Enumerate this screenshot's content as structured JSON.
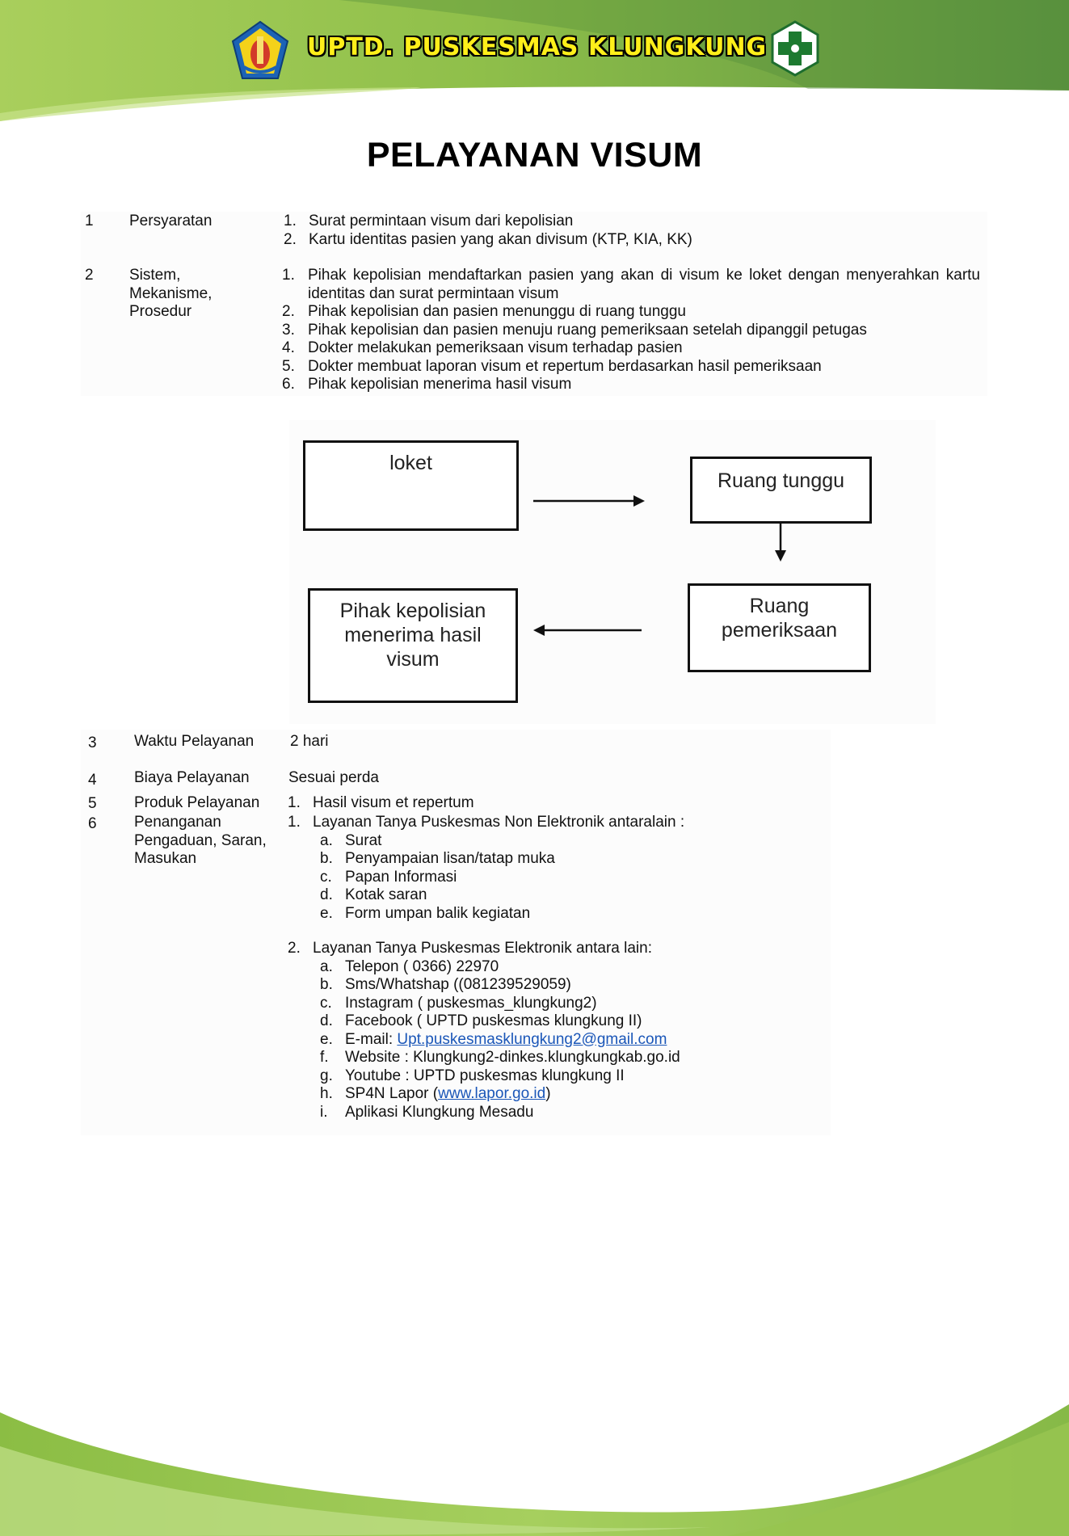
{
  "header": {
    "title": "UPTD. PUSKESMAS KLUNGKUNG II",
    "brand_green": "#7fb13c",
    "title_color": "#ffef1a"
  },
  "page_title": "PELAYANAN VISUM",
  "sections": {
    "persyaratan": {
      "no": "1",
      "label": "Persyaratan",
      "items": [
        {
          "n": "1.",
          "text": "Surat permintaan visum dari kepolisian"
        },
        {
          "n": "2.",
          "text": "Kartu identitas pasien yang akan divisum (KTP, KIA, KK)"
        }
      ]
    },
    "sistem": {
      "no": "2",
      "label_lines": [
        "Sistem,",
        "Mekanisme,",
        "Prosedur"
      ],
      "items": [
        {
          "n": "1.",
          "text": "Pihak kepolisian mendaftarkan pasien yang akan di visum ke loket dengan menyerahkan kartu identitas dan surat permintaan visum"
        },
        {
          "n": "2.",
          "text": "Pihak kepolisian dan pasien menunggu di ruang tunggu"
        },
        {
          "n": "3.",
          "text": "Pihak kepolisian dan pasien menuju ruang pemeriksaan setelah dipanggil petugas"
        },
        {
          "n": "4.",
          "text": "Dokter melakukan pemeriksaan visum terhadap pasien"
        },
        {
          "n": "5.",
          "text": "Dokter membuat laporan visum et repertum berdasarkan hasil pemeriksaan"
        },
        {
          "n": "6.",
          "text": "Pihak kepolisian menerima hasil visum"
        }
      ]
    },
    "waktu": {
      "no": "3",
      "label": "Waktu Pelayanan",
      "value": "2 hari"
    },
    "biaya": {
      "no": "4",
      "label": "Biaya Pelayanan",
      "value": "Sesuai perda"
    },
    "produk": {
      "no": "5",
      "label": "Produk Pelayanan",
      "items": [
        {
          "n": "1.",
          "text": "Hasil visum et repertum"
        }
      ]
    },
    "pengaduan": {
      "no": "6",
      "label_lines": [
        "Penanganan",
        "Pengaduan,  Saran,",
        "Masukan"
      ],
      "group1": {
        "n": "1.",
        "title": "Layanan Tanya Puskesmas Non Elektronik antaralain :",
        "items": [
          {
            "n": "a.",
            "text": "Surat"
          },
          {
            "n": "b.",
            "text": "Penyampaian lisan/tatap muka"
          },
          {
            "n": "c.",
            "text": "Papan Informasi"
          },
          {
            "n": "d.",
            "text": "Kotak saran"
          },
          {
            "n": "e.",
            "text": "Form umpan balik kegiatan"
          }
        ]
      },
      "group2": {
        "n": "2.",
        "title": "Layanan Tanya Puskesmas Elektronik antara lain:",
        "items": [
          {
            "n": "a.",
            "text": "Telepon ( 0366) 22970"
          },
          {
            "n": "b.",
            "text": "Sms/Whatshap ((081239529059)"
          },
          {
            "n": "c.",
            "text": "Instagram ( puskesmas_klungkung2)"
          },
          {
            "n": "d.",
            "text": "Facebook ( UPTD puskesmas klungkung II)"
          },
          {
            "n": "e.",
            "prefix": "E-mail: ",
            "link": "Upt.puskesmasklungkung2@gmail.com"
          },
          {
            "n": "f.",
            "text": "Website : Klungkung2-dinkes.klungkungkab.go.id"
          },
          {
            "n": "g.",
            "text": "Youtube : UPTD puskesmas klungkung II"
          },
          {
            "n": "h.",
            "prefix": "SP4N Lapor (",
            "link": "www.lapor.go.id",
            "suffix": ")"
          },
          {
            "n": "i.",
            "text": "Aplikasi Klungkung Mesadu"
          }
        ]
      }
    }
  },
  "flowchart": {
    "loket": "loket",
    "ruang_tunggu": "Ruang tunggu",
    "ruang_pemeriksaan_lines": [
      "Ruang",
      "pemeriksaan"
    ],
    "kepolisian_lines": [
      "Pihak kepolisian",
      "menerima hasil",
      "visum"
    ]
  }
}
